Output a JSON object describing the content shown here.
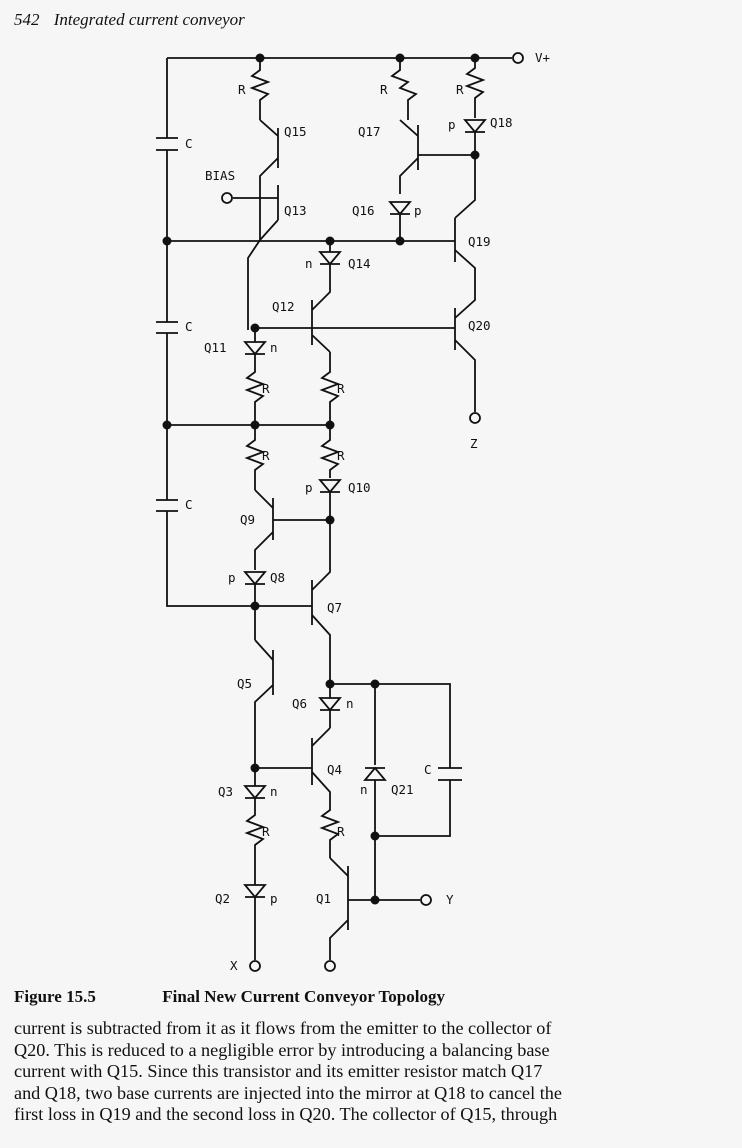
{
  "header": {
    "page_number": "542",
    "running_title": "Integrated current conveyor"
  },
  "figure": {
    "number": "Figure 15.5",
    "title": "Final New Current Conveyor Topology",
    "labels": {
      "vplus": "V+",
      "bias": "BIAS",
      "r": "R",
      "c": "C",
      "p": "p",
      "n": "n",
      "q1": "Q1",
      "q2": "Q2",
      "q3": "Q3",
      "q4": "Q4",
      "q5": "Q5",
      "q6": "Q6",
      "q7": "Q7",
      "q8": "Q8",
      "q9": "Q9",
      "q10": "Q10",
      "q11": "Q11",
      "q12": "Q12",
      "q13": "Q13",
      "q14": "Q14",
      "q15": "Q15",
      "q16": "Q16",
      "q17": "Q17",
      "q18": "Q18",
      "q19": "Q19",
      "q20": "Q20",
      "q21": "Q21",
      "x": "X",
      "y": "Y",
      "z": "Z"
    }
  },
  "body_lines": [
    "current is subtracted from it as it flows from the emitter to the collector of",
    "Q20.  This is reduced to a negligible error by introducing a balancing base",
    "current with Q15.  Since this transistor and its emitter resistor match Q17",
    "and Q18, two base currents are injected into the mirror at Q18 to cancel the",
    "first loss in Q19 and the second loss in Q20.  The collector of Q15, through"
  ]
}
